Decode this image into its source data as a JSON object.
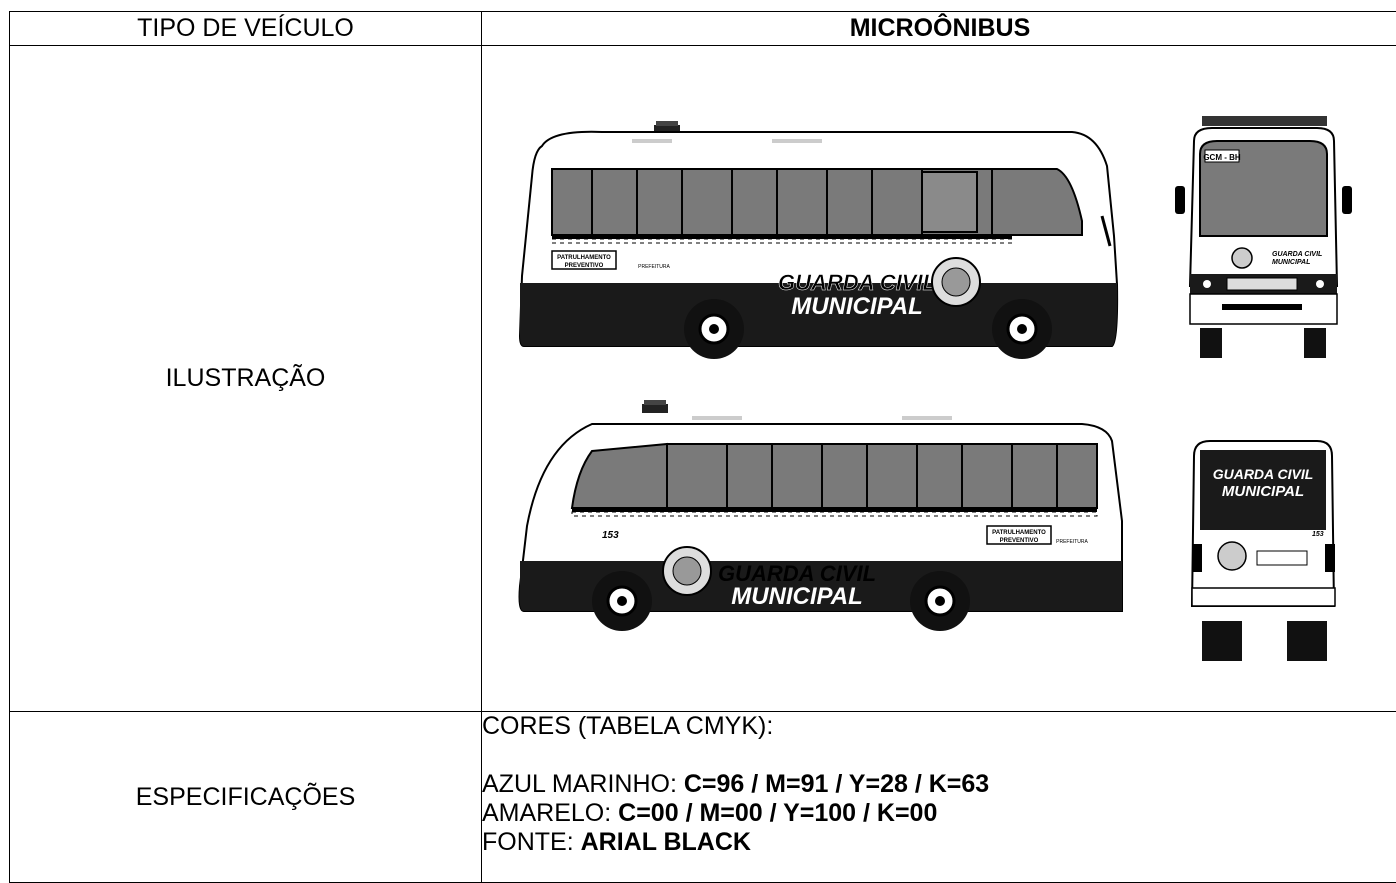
{
  "header": {
    "label": "TIPO DE VEÍCULO",
    "value": "MICROÔNIBUS"
  },
  "illustration": {
    "label": "ILUSTRAÇÃO",
    "vehicle_text_line1": "GUARDA CIVIL",
    "vehicle_text_line2": "MUNICIPAL",
    "badge_text_line1": "PATRULHAMENTO",
    "badge_text_line2": "PREVENTIVO",
    "prefeitura_text": "PREFEITURA",
    "destination_sign": "GCM - BH",
    "fleet_number": "153"
  },
  "specifications": {
    "label": "ESPECIFICAÇÕES",
    "colors_title": "CORES (TABELA CMYK):",
    "lines": [
      {
        "label": "AZUL MARINHO: ",
        "value": "C=96 / M=91 / Y=28 / K=63"
      },
      {
        "label": "AMARELO: ",
        "value": "C=00 / M=00 / Y=100 / K=00"
      },
      {
        "label": "FONTE: ",
        "value": "ARIAL BLACK"
      }
    ]
  },
  "colors": {
    "navy": "#1a1a1a",
    "window": "#7a7a7a"
  }
}
